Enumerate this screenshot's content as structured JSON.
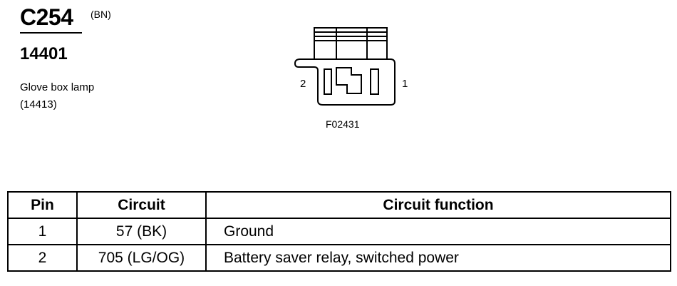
{
  "connector": {
    "id": "C254",
    "color": "(BN)",
    "base_part": "14401",
    "component_name": "Glove box lamp",
    "component_part": "(14413)"
  },
  "diagram": {
    "pin_left": "2",
    "pin_right": "1",
    "figure_code": "F02431"
  },
  "table": {
    "headers": [
      "Pin",
      "Circuit",
      "Circuit function"
    ],
    "rows": [
      {
        "pin": "1",
        "circuit": "57 (BK)",
        "function": "Ground"
      },
      {
        "pin": "2",
        "circuit": "705 (LG/OG)",
        "function": "Battery saver relay, switched power"
      }
    ]
  }
}
